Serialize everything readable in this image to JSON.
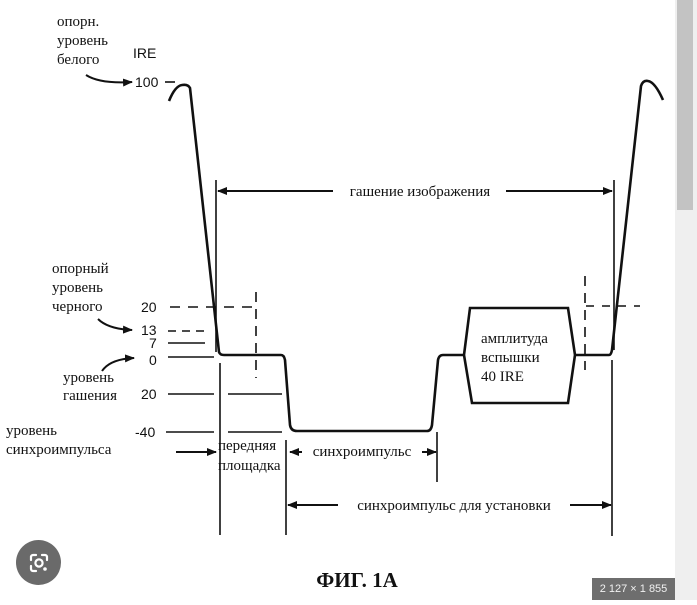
{
  "diagram": {
    "labels": {
      "white_ref": [
        "опорн.",
        "уровень",
        "белого"
      ],
      "unit": "IRE",
      "black_ref": [
        "опорный",
        "уровень",
        "черного"
      ],
      "blanking_level": [
        "уровень",
        "гашения"
      ],
      "sync_level": [
        "уровень",
        "синхроимпульса"
      ],
      "blanking_interval": "гашение изображения",
      "front_porch": [
        "передняя",
        "площадка"
      ],
      "sync_pulse": "синхроимпульс",
      "setup_sync": "синхроимпульс для установки",
      "burst": [
        "амплитуда",
        "вспышки",
        "40 IRE"
      ]
    },
    "ticks": [
      "100",
      "20",
      "13",
      "7",
      "0",
      "20",
      "-40"
    ],
    "figure_title": "ФИГ. 1А"
  },
  "viewer": {
    "dimensions_badge": "2 127 × 1 855",
    "lens_button": "google-lens-icon"
  }
}
